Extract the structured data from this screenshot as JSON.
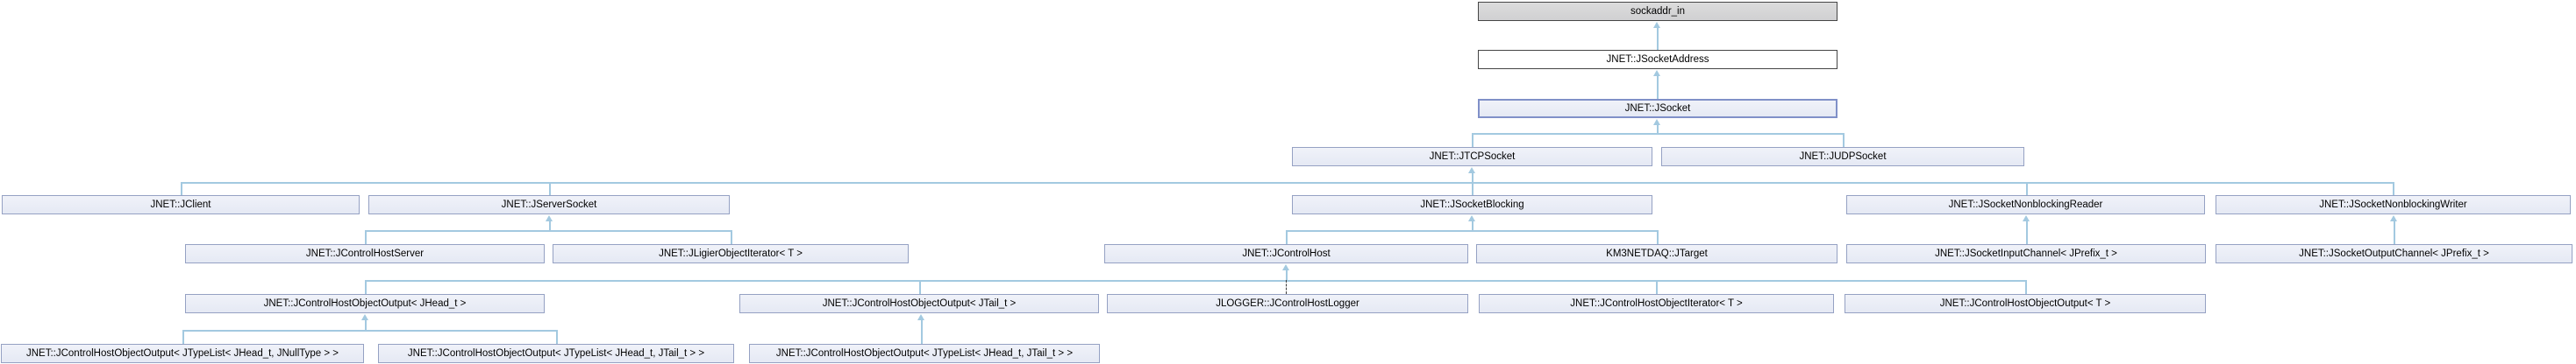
{
  "diagram": {
    "colors": {
      "node_fill": "#e8ecf6",
      "node_border": "#95a1c3",
      "node_gray_fill": "#d6d6d8",
      "node_dark_border": "#454545",
      "focus_border": "#8090c8",
      "edge_line": "#a3c9e0",
      "dashed_edge": "#3c3c3c",
      "text": "#000000",
      "background": "#ffffff"
    },
    "nodes": {
      "sockaddr_in": {
        "label": "sockaddr_in"
      },
      "jsocket_address": {
        "label": "JNET::JSocketAddress"
      },
      "jsocket": {
        "label": "JNET::JSocket"
      },
      "jtcp_socket": {
        "label": "JNET::JTCPSocket"
      },
      "judp_socket": {
        "label": "JNET::JUDPSocket"
      },
      "jclient": {
        "label": "JNET::JClient"
      },
      "jserver_socket": {
        "label": "JNET::JServerSocket"
      },
      "jsocket_blocking": {
        "label": "JNET::JSocketBlocking"
      },
      "jsocket_nonblocking_reader": {
        "label": "JNET::JSocketNonblockingReader"
      },
      "jsocket_nonblocking_writer": {
        "label": "JNET::JSocketNonblockingWriter"
      },
      "jcontrol_host_server": {
        "label": "JNET::JControlHostServer"
      },
      "jligier_object_iterator": {
        "label": "JNET::JLigierObjectIterator< T >"
      },
      "jcontrol_host": {
        "label": "JNET::JControlHost"
      },
      "jtarget": {
        "label": "KM3NETDAQ::JTarget"
      },
      "jsocket_input_channel": {
        "label": "JNET::JSocketInputChannel< JPrefix_t >"
      },
      "jsocket_output_channel": {
        "label": "JNET::JSocketOutputChannel< JPrefix_t >"
      },
      "choo_jhead": {
        "label": "JNET::JControlHostObjectOutput< JHead_t >"
      },
      "choo_jtail": {
        "label": "JNET::JControlHostObjectOutput< JTail_t >"
      },
      "jcontrol_host_logger": {
        "label": "JLOGGER::JControlHostLogger"
      },
      "cho_iterator": {
        "label": "JNET::JControlHostObjectIterator< T >"
      },
      "choo_t": {
        "label": "JNET::JControlHostObjectOutput< T >"
      },
      "choo_typelist_nulltype": {
        "label": "JNET::JControlHostObjectOutput< JTypeList< JHead_t, JNullType > >"
      },
      "choo_typelist_tail_left": {
        "label": "JNET::JControlHostObjectOutput< JTypeList< JHead_t, JTail_t > >"
      },
      "choo_typelist_tail_right": {
        "label": "JNET::JControlHostObjectOutput< JTypeList< JHead_t, JTail_t > >"
      }
    },
    "edges": [
      {
        "child": "JNET::JSocketAddress",
        "parent": "sockaddr_in",
        "style": "solid"
      },
      {
        "child": "JNET::JSocket",
        "parent": "JNET::JSocketAddress",
        "style": "solid"
      },
      {
        "child": "JNET::JTCPSocket",
        "parent": "JNET::JSocket",
        "style": "solid"
      },
      {
        "child": "JNET::JUDPSocket",
        "parent": "JNET::JSocket",
        "style": "solid"
      },
      {
        "child": "JNET::JClient",
        "parent": "JNET::JTCPSocket",
        "style": "solid"
      },
      {
        "child": "JNET::JServerSocket",
        "parent": "JNET::JTCPSocket",
        "style": "solid"
      },
      {
        "child": "JNET::JSocketBlocking",
        "parent": "JNET::JTCPSocket",
        "style": "solid"
      },
      {
        "child": "JNET::JSocketNonblockingReader",
        "parent": "JNET::JTCPSocket",
        "style": "solid"
      },
      {
        "child": "JNET::JSocketNonblockingWriter",
        "parent": "JNET::JTCPSocket",
        "style": "solid"
      },
      {
        "child": "JNET::JControlHostServer",
        "parent": "JNET::JServerSocket",
        "style": "solid"
      },
      {
        "child": "JNET::JLigierObjectIterator< T >",
        "parent": "JNET::JServerSocket",
        "style": "solid"
      },
      {
        "child": "JNET::JControlHost",
        "parent": "JNET::JSocketBlocking",
        "style": "solid"
      },
      {
        "child": "KM3NETDAQ::JTarget",
        "parent": "JNET::JSocketBlocking",
        "style": "solid"
      },
      {
        "child": "JNET::JSocketInputChannel< JPrefix_t >",
        "parent": "JNET::JSocketNonblockingReader",
        "style": "solid"
      },
      {
        "child": "JNET::JSocketOutputChannel< JPrefix_t >",
        "parent": "JNET::JSocketNonblockingWriter",
        "style": "solid"
      },
      {
        "child": "JNET::JControlHostObjectOutput< JHead_t >",
        "parent": "JNET::JControlHost",
        "style": "solid"
      },
      {
        "child": "JNET::JControlHostObjectOutput< JTail_t >",
        "parent": "JNET::JControlHost",
        "style": "solid"
      },
      {
        "child": "JLOGGER::JControlHostLogger",
        "parent": "JNET::JControlHost",
        "style": "dashed"
      },
      {
        "child": "JNET::JControlHostObjectIterator< T >",
        "parent": "JNET::JControlHost",
        "style": "solid"
      },
      {
        "child": "JNET::JControlHostObjectOutput< T >",
        "parent": "JNET::JControlHost",
        "style": "solid"
      },
      {
        "child": "JNET::JControlHostObjectOutput< JTypeList< JHead_t, JNullType > >",
        "parent": "JNET::JControlHostObjectOutput< JHead_t >",
        "style": "solid"
      },
      {
        "child": "JNET::JControlHostObjectOutput< JTypeList< JHead_t, JTail_t > > (left)",
        "parent": "JNET::JControlHostObjectOutput< JHead_t >",
        "style": "solid"
      },
      {
        "child": "JNET::JControlHostObjectOutput< JTypeList< JHead_t, JTail_t > > (right)",
        "parent": "JNET::JControlHostObjectOutput< JTail_t >",
        "style": "solid"
      }
    ]
  }
}
